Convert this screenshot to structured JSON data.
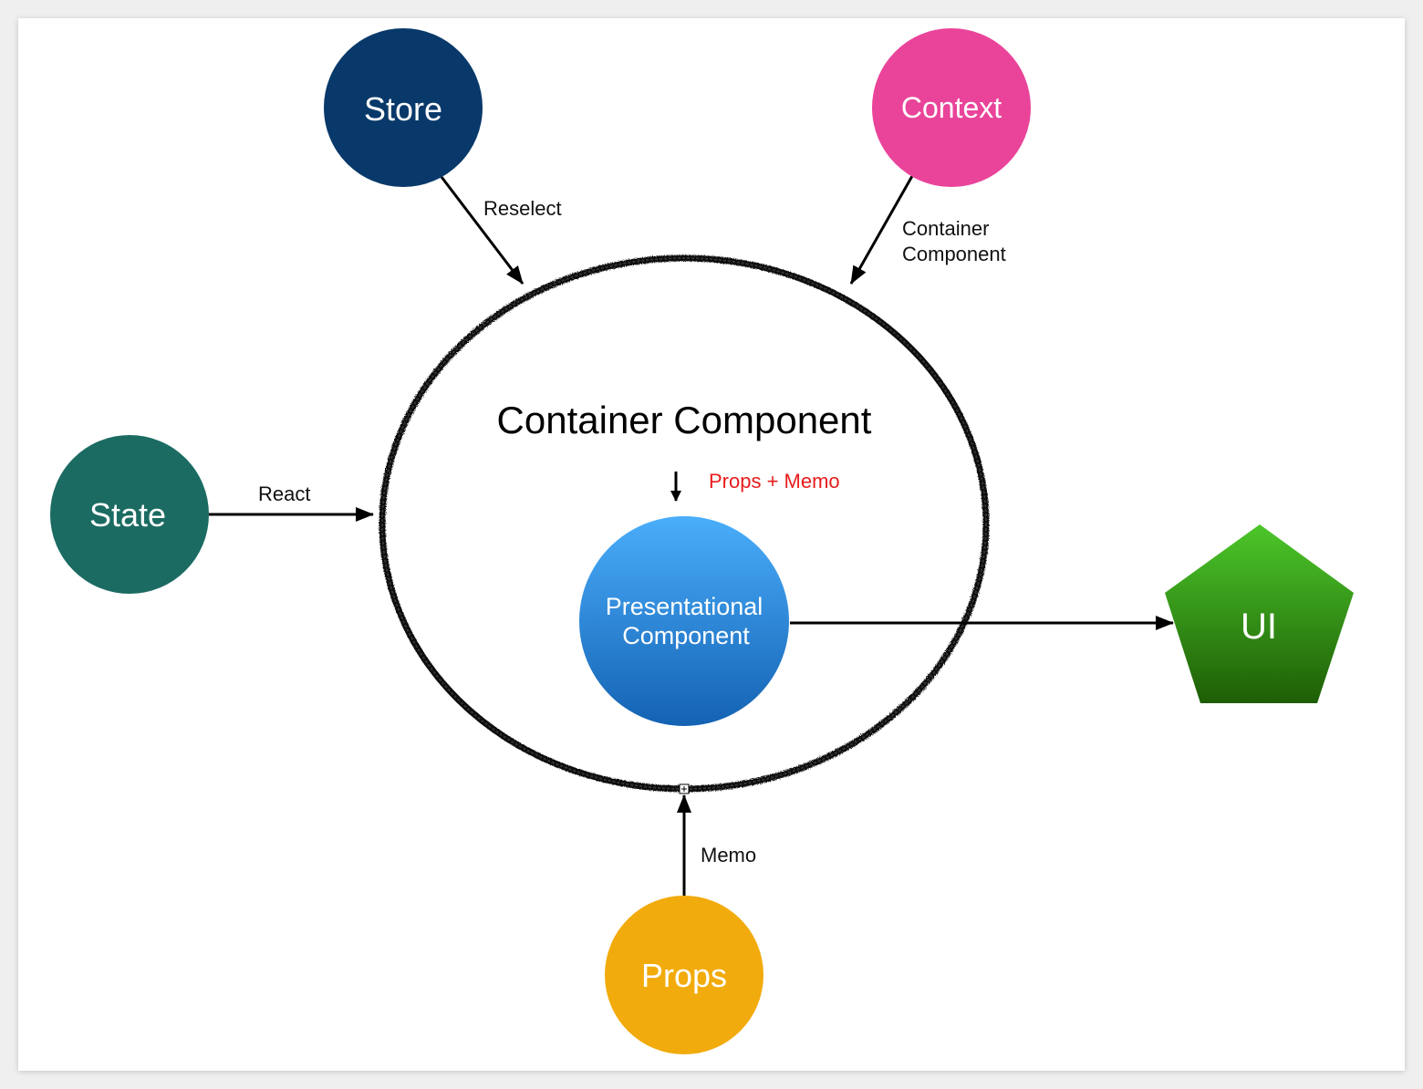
{
  "diagram": {
    "container": {
      "title": "Container Component"
    },
    "nodes": {
      "store": {
        "label": "Store",
        "color": "#08396a"
      },
      "context": {
        "label": "Context",
        "color": "#e9449a"
      },
      "state": {
        "label": "State",
        "color": "#1b6b62"
      },
      "props": {
        "label": "Props",
        "color": "#f2ab0c"
      },
      "presentational": {
        "label_line1": "Presentational",
        "label_line2": "Component",
        "color_top": "#4aaefb",
        "color_bottom": "#1462b3"
      },
      "ui": {
        "label": "UI",
        "color_top": "#4cc72a",
        "color_bottom": "#1e5e06"
      }
    },
    "edges": {
      "store_to_container": {
        "label": "Reselect"
      },
      "context_to_container": {
        "label_line1": "Container",
        "label_line2": "Component"
      },
      "state_to_container": {
        "label": "React"
      },
      "props_to_container": {
        "label": "Memo"
      },
      "container_to_presentational": {
        "label": "Props + Memo",
        "color": "#e81c1c"
      }
    }
  }
}
